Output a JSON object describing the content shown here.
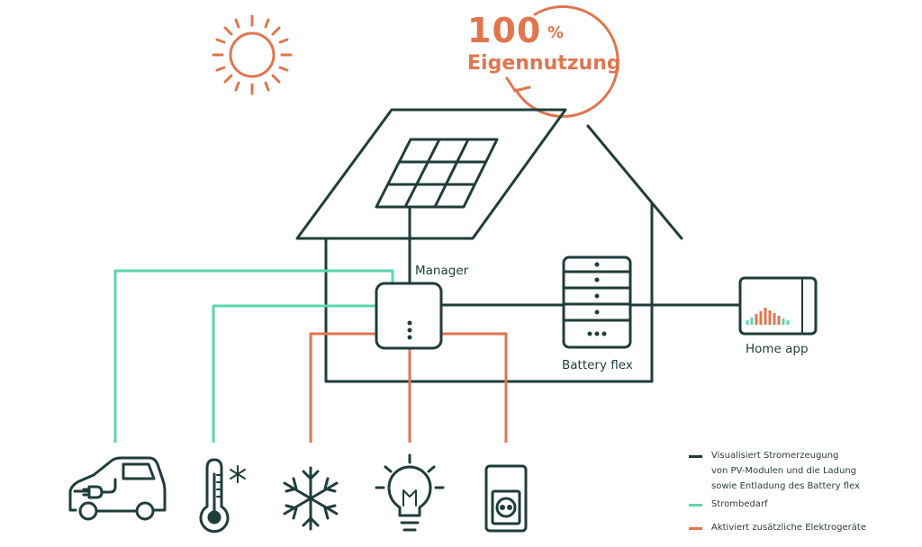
{
  "headline": {
    "value": "100",
    "unit": "%",
    "label": "Eigennutzung"
  },
  "labels": {
    "manager": "Manager",
    "battery": "Battery flex",
    "home_app": "Home app"
  },
  "legend": [
    {
      "color": "#1f3d3b",
      "lines": [
        "Visualisiert Stromerzeugung",
        "von PV-Modulen und die Ladung",
        "sowie Entladung des Battery flex"
      ]
    },
    {
      "color": "#5ad6b0",
      "lines": [
        "Strombedarf"
      ]
    },
    {
      "color": "#e0764f",
      "lines": [
        "Aktiviert zusätzliche Elektrogeräte"
      ]
    }
  ],
  "colors": {
    "dark": "#1f3d3b",
    "mint": "#5ad6b0",
    "orange": "#e0764f"
  },
  "icons": [
    "sun-icon",
    "refresh-arrow-icon",
    "solar-panel-icon",
    "house-icon",
    "manager-device-icon",
    "battery-icon",
    "tablet-icon",
    "car-icon",
    "thermometer-icon",
    "snowflake-icon",
    "lightbulb-icon",
    "socket-icon"
  ]
}
